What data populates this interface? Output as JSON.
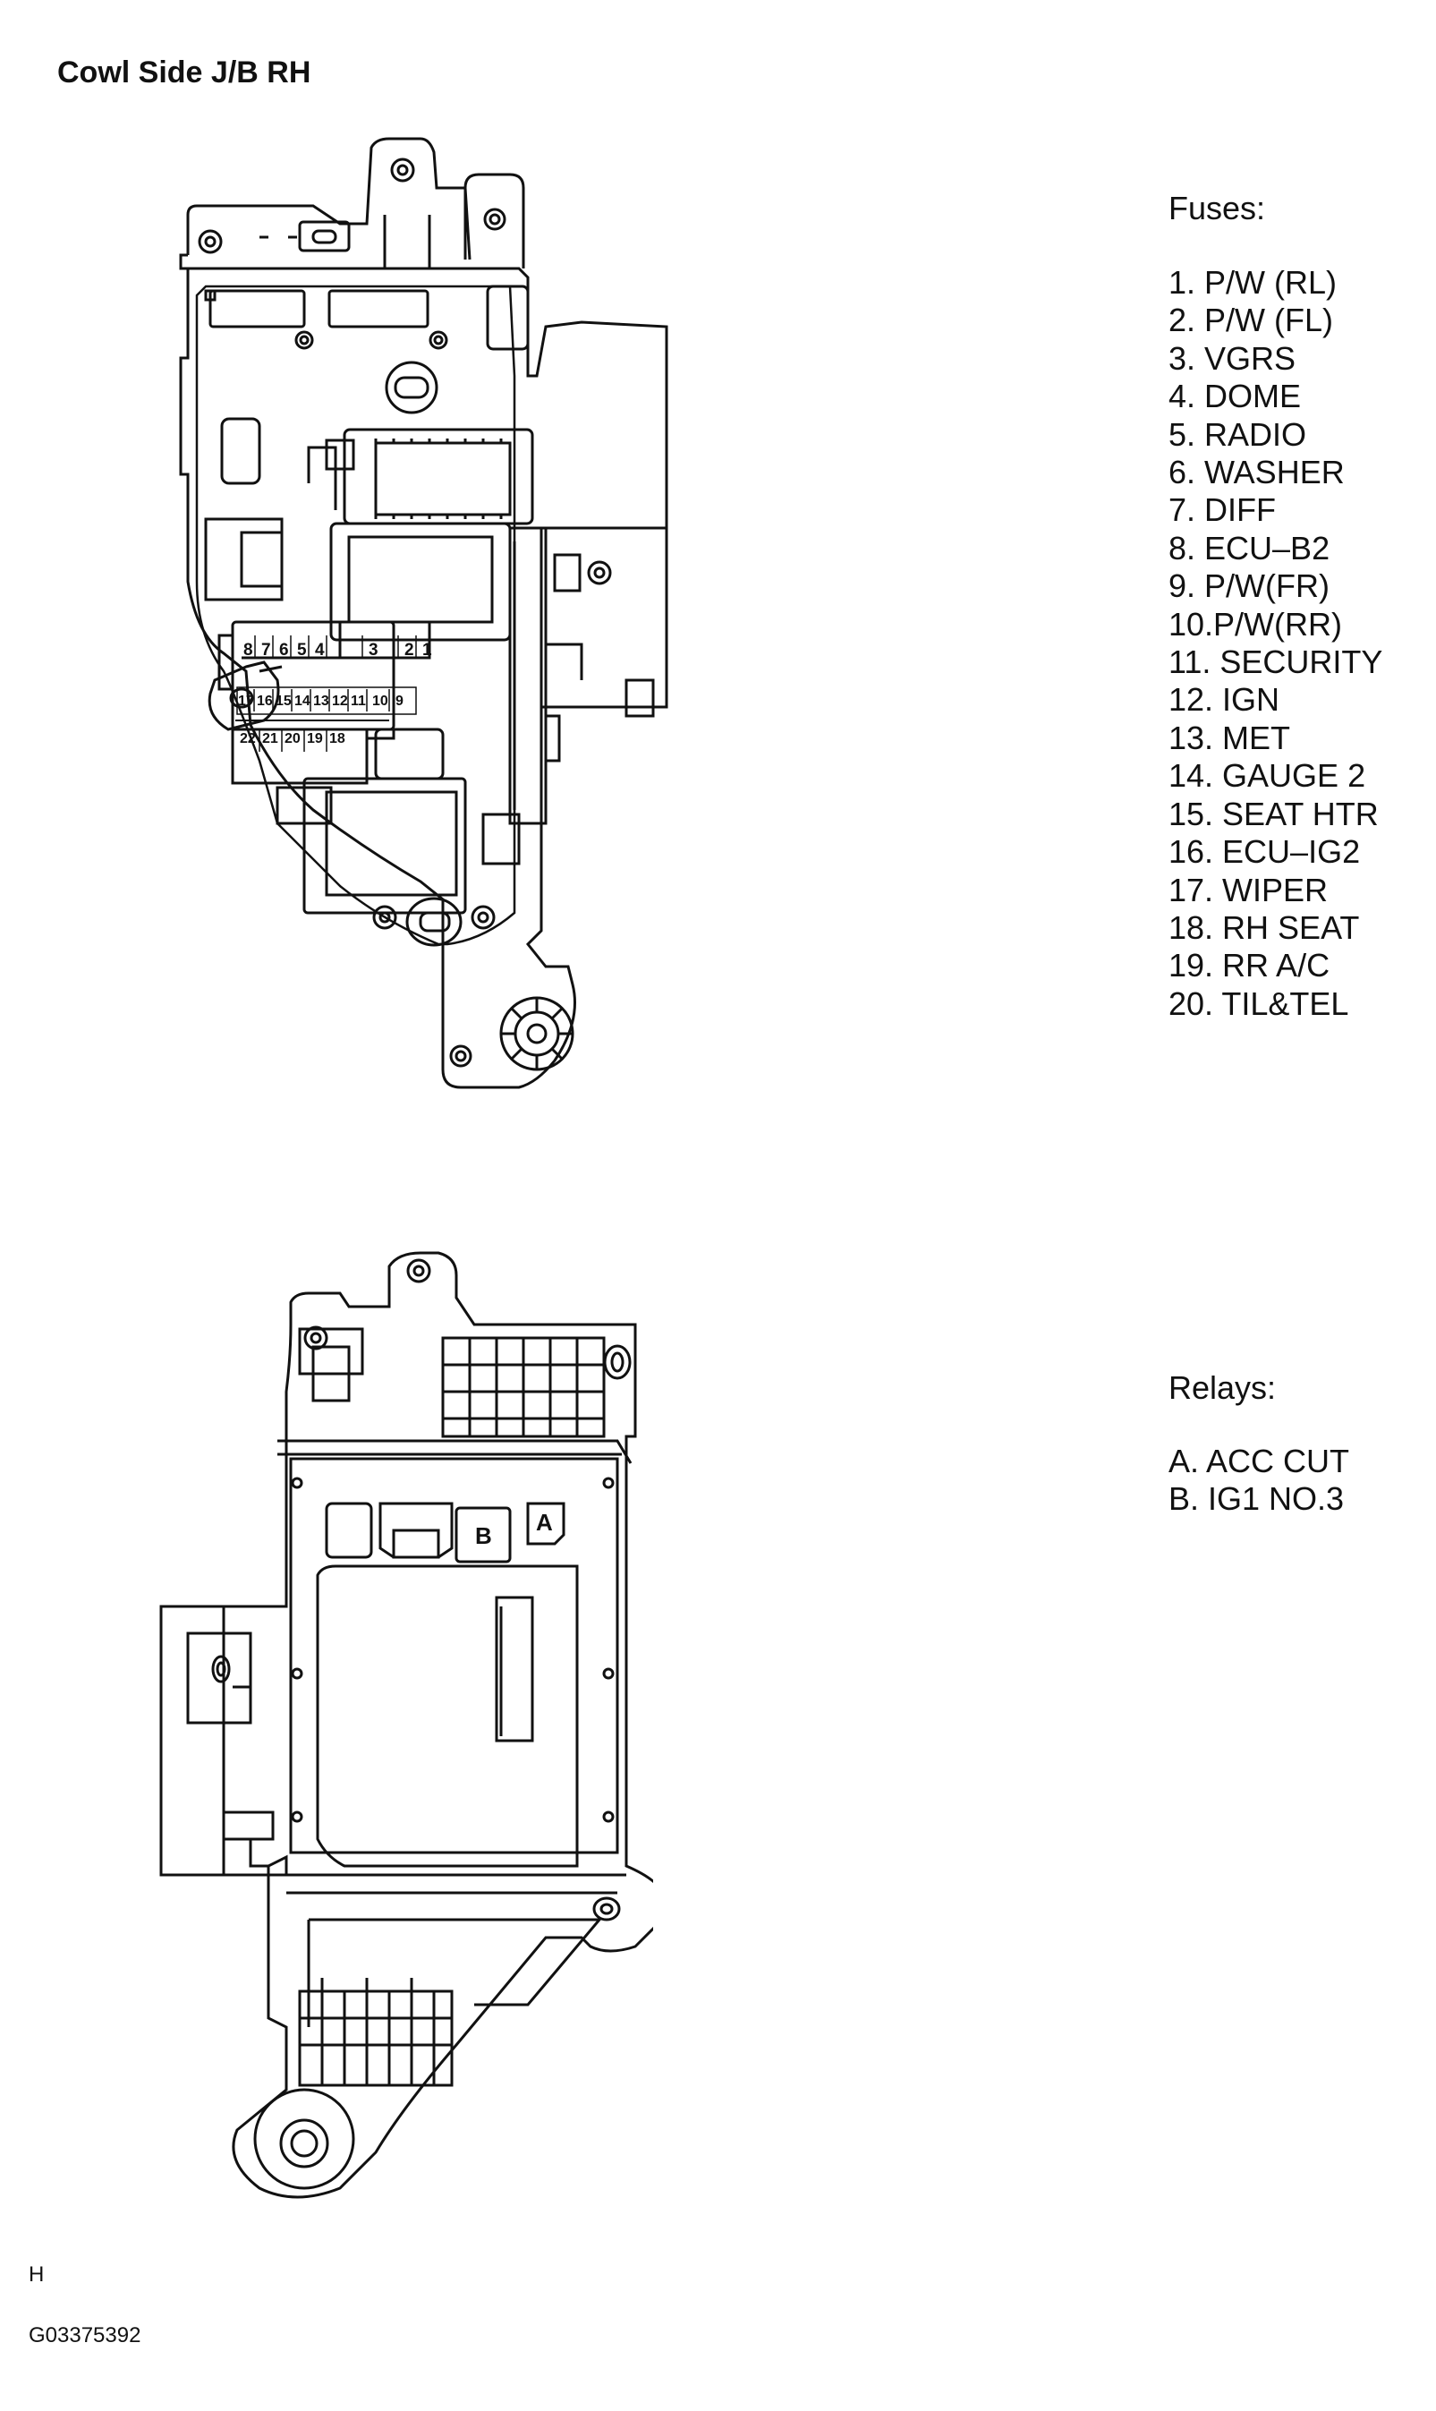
{
  "title": "Cowl Side J/B RH",
  "fuses": {
    "heading": "Fuses:",
    "items": [
      "1. P/W (RL)",
      "2. P/W (FL)",
      "3. VGRS",
      "4. DOME",
      "5. RADIO",
      "6. WASHER",
      "7. DIFF",
      "8. ECU–B2",
      "9. P/W(FR)",
      "10.P/W(RR)",
      "11. SECURITY",
      "12. IGN",
      "13. MET",
      "14. GAUGE 2",
      "15. SEAT HTR",
      "16. ECU–IG2",
      "17. WIPER",
      "18. RH SEAT",
      "19. RR A/C",
      "20. TIL&TEL"
    ]
  },
  "relays": {
    "heading": "Relays:",
    "items": [
      "A. ACC CUT",
      "B. IG1 NO.3"
    ]
  },
  "diagram": {
    "fuse_numbers_row1": [
      "8",
      "7",
      "6",
      "5",
      "4",
      "3",
      "2",
      "1"
    ],
    "fuse_numbers_row2": [
      "17",
      "16",
      "15",
      "14",
      "13",
      "12",
      "11",
      "10",
      "9"
    ],
    "fuse_numbers_row3": [
      "22",
      "21",
      "20",
      "19",
      "18"
    ],
    "relay_label_a": "A",
    "relay_label_b": "B"
  },
  "footer": {
    "letter": "H",
    "code": "G03375392"
  }
}
